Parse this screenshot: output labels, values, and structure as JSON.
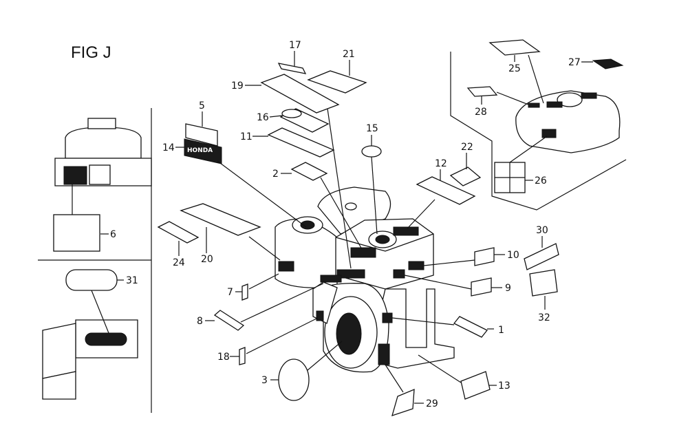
{
  "figure": {
    "title": "FIG J",
    "brand_text": "HONDA"
  },
  "callouts": [
    {
      "id": "c1",
      "text": "1"
    },
    {
      "id": "c2",
      "text": "2"
    },
    {
      "id": "c3",
      "text": "3"
    },
    {
      "id": "c5",
      "text": "5"
    },
    {
      "id": "c6",
      "text": "6"
    },
    {
      "id": "c7",
      "text": "7"
    },
    {
      "id": "c8",
      "text": "8"
    },
    {
      "id": "c9",
      "text": "9"
    },
    {
      "id": "c10",
      "text": "10"
    },
    {
      "id": "c11",
      "text": "11"
    },
    {
      "id": "c12",
      "text": "12"
    },
    {
      "id": "c13",
      "text": "13"
    },
    {
      "id": "c14",
      "text": "14"
    },
    {
      "id": "c15",
      "text": "15"
    },
    {
      "id": "c16",
      "text": "16"
    },
    {
      "id": "c17",
      "text": "17"
    },
    {
      "id": "c18",
      "text": "18"
    },
    {
      "id": "c19",
      "text": "19"
    },
    {
      "id": "c20",
      "text": "20"
    },
    {
      "id": "c21",
      "text": "21"
    },
    {
      "id": "c22",
      "text": "22"
    },
    {
      "id": "c24",
      "text": "24"
    },
    {
      "id": "c25",
      "text": "25"
    },
    {
      "id": "c26",
      "text": "26"
    },
    {
      "id": "c27",
      "text": "27"
    },
    {
      "id": "c28",
      "text": "28"
    },
    {
      "id": "c29",
      "text": "29"
    },
    {
      "id": "c30",
      "text": "30"
    },
    {
      "id": "c31",
      "text": "31"
    },
    {
      "id": "c32",
      "text": "32"
    }
  ]
}
